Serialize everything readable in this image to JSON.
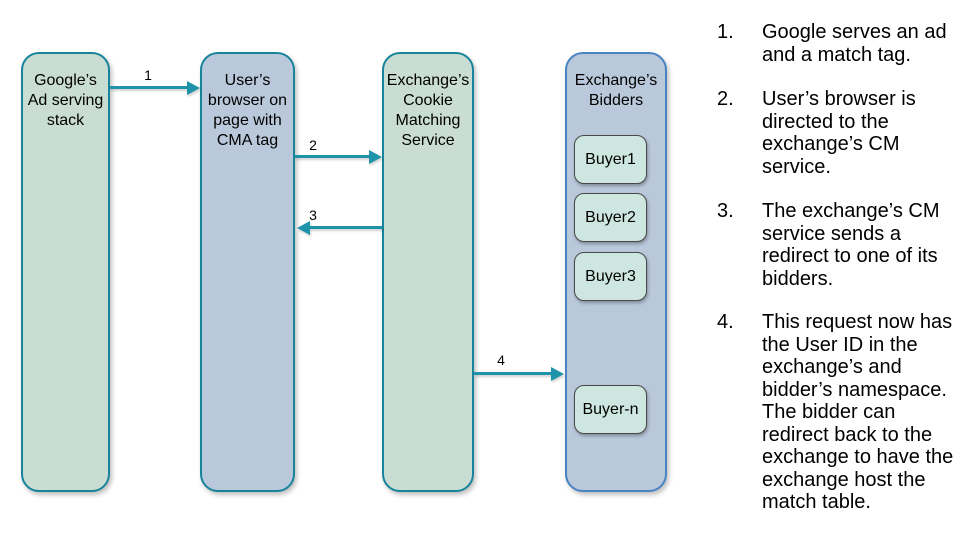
{
  "diagram": {
    "boxes": [
      {
        "label": "Google’s\nAd serving\nstack"
      },
      {
        "label": "User’s\nbrowser on\npage with\nCMA tag"
      },
      {
        "label": "Exchange’s\nCookie\nMatching\nService"
      },
      {
        "label": "Exchange’s\nBidders"
      }
    ],
    "buyers": [
      {
        "label": "Buyer1"
      },
      {
        "label": "Buyer2"
      },
      {
        "label": "Buyer3"
      },
      {
        "label": "Buyer-n"
      }
    ],
    "arrows": [
      {
        "label": "1"
      },
      {
        "label": "2"
      },
      {
        "label": "3"
      },
      {
        "label": "4"
      }
    ]
  },
  "steps": [
    {
      "num": "1.",
      "text": "Google serves an ad and a match tag."
    },
    {
      "num": "2.",
      "text": "User’s browser is directed to the exchange’s CM service."
    },
    {
      "num": "3.",
      "text": "The exchange’s CM service sends a redirect to one of its bidders."
    },
    {
      "num": "4.",
      "text": "This request now has the User ID in the exchange’s and bidder’s namespace. The bidder can redirect back to the exchange to have the exchange host the match table."
    }
  ],
  "colors": {
    "teal_border": "#17849b",
    "green_fill": "#c9ddd3",
    "blue_fill": "#b9c8da",
    "blue_border": "#4a83c4",
    "buyer_fill": "#cde6df",
    "arrow": "#1f93a9"
  }
}
